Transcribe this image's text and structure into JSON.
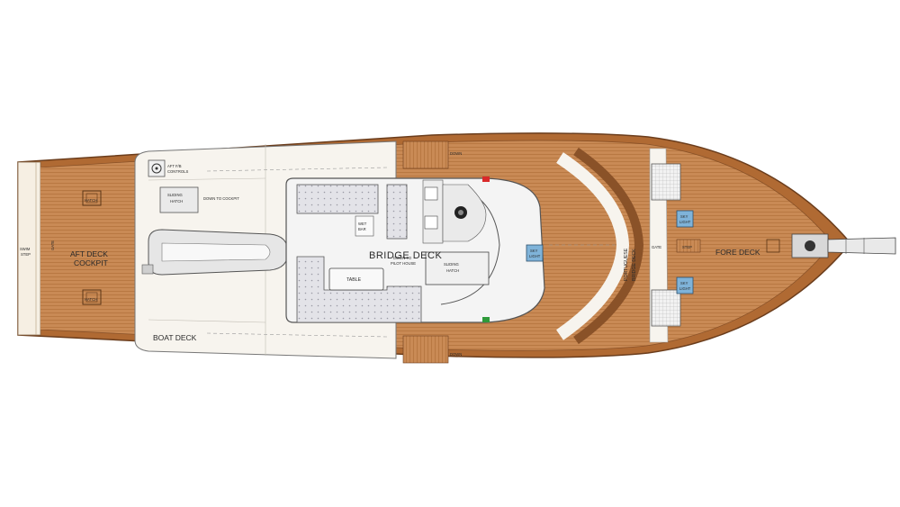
{
  "labels": {
    "bridge_deck": "BRIDGE DECK",
    "boat_deck": "BOAT DECK",
    "aft_deck": "AFT DECK",
    "cockpit": "COCKPIT",
    "fore_deck": "FORE DECK",
    "portuguese": "PORTUGUESE",
    "bridge_deck_vertical": "BRIDGE DECK",
    "aft_fb_controls": "AFT F/B",
    "controls": "CONTROLS",
    "sliding_1": "SLIDING",
    "hatch_1": "HATCH",
    "down_to_cockpit": "DOWN TO COCKPIT",
    "sliding_2": "SLIDING",
    "hatch_2": "HATCH",
    "down_to": "DOWN TO",
    "pilot_house": "PILOT HOUSE",
    "table": "TABLE",
    "swim": "SWIM",
    "step": "STEP",
    "gate_aft": "GATE",
    "gate_fore": "GATE",
    "sky": "SKY",
    "light": "LIGHT",
    "down_top": "DOWN",
    "down_bottom": "DOWN",
    "hatch_small_1": "HATCH",
    "hatch_small_2": "HATCH",
    "step_fore": "STEP",
    "wet_bar": "WET",
    "bar": "BAR"
  },
  "colors": {
    "teak": "#c98a55",
    "teak_dark": "#a8652f",
    "hull_outer": "#b06a33",
    "hull_edge": "#6b3d1c",
    "white_deck": "#f7f4ee",
    "cushion": "#e7e7ea",
    "skylight": "#7fb3d9",
    "nav_green": "#2e9a3a",
    "nav_red": "#d92a2a"
  }
}
